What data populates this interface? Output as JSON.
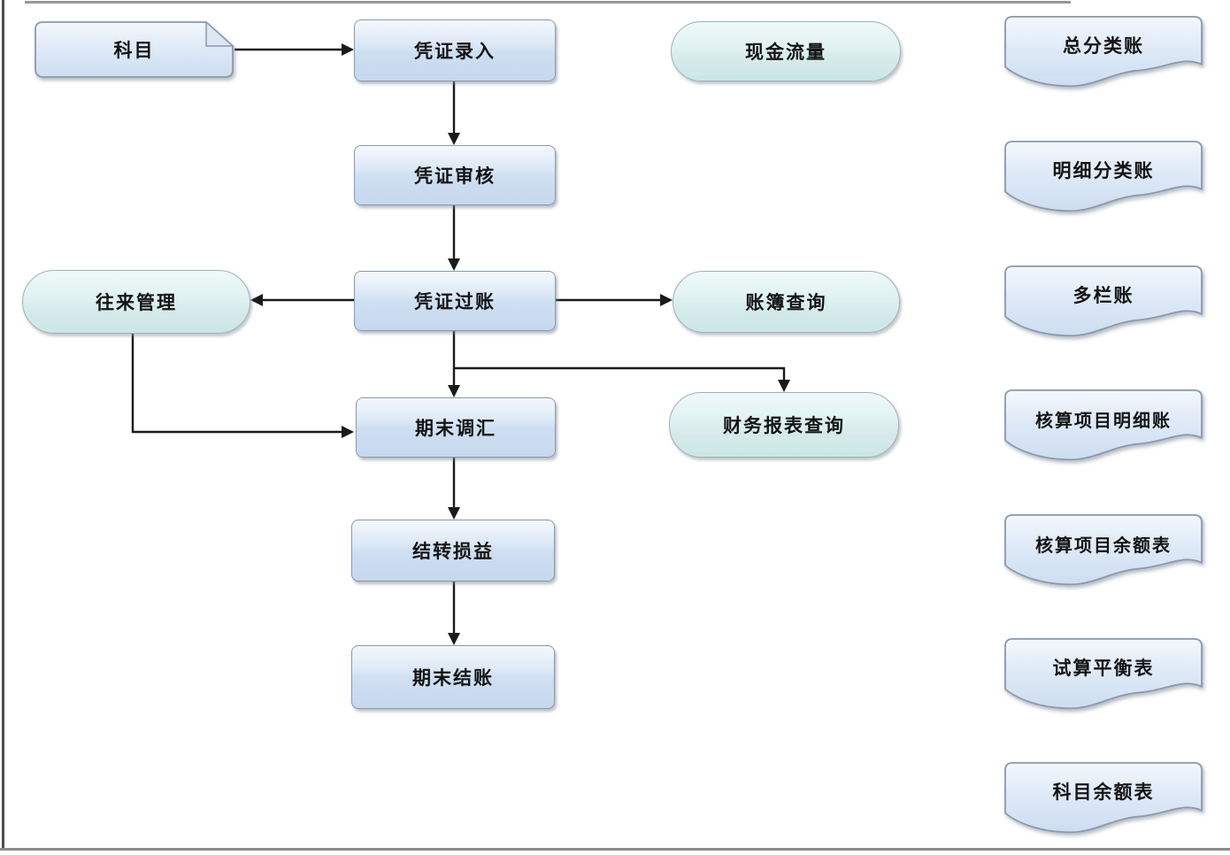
{
  "diagram": {
    "title": "",
    "nodes": {
      "subjects": {
        "label": "科目",
        "shape": "document-dogear"
      },
      "voucher_entry": {
        "label": "凭证录入",
        "shape": "process"
      },
      "voucher_review": {
        "label": "凭证审核",
        "shape": "process"
      },
      "voucher_posting": {
        "label": "凭证过账",
        "shape": "process"
      },
      "cash_flow": {
        "label": "现金流量",
        "shape": "terminal"
      },
      "contact_management": {
        "label": "往来管理",
        "shape": "terminal"
      },
      "ledger_query": {
        "label": "账簿查询",
        "shape": "terminal"
      },
      "period_end_adjustment": {
        "label": "期末调汇",
        "shape": "process"
      },
      "financial_report_query": {
        "label": "财务报表查询",
        "shape": "terminal"
      },
      "carry_forward_pl": {
        "label": "结转损益",
        "shape": "process"
      },
      "period_end_closing": {
        "label": "期末结账",
        "shape": "process"
      },
      "general_ledger": {
        "label": "总分类账",
        "shape": "document-wave"
      },
      "detail_ledger": {
        "label": "明细分类账",
        "shape": "document-wave"
      },
      "multi_column_ledger": {
        "label": "多栏账",
        "shape": "document-wave"
      },
      "item_detail_ledger": {
        "label": "核算项目明细账",
        "shape": "document-wave"
      },
      "item_balance": {
        "label": "核算项目余额表",
        "shape": "document-wave"
      },
      "trial_balance": {
        "label": "试算平衡表",
        "shape": "document-wave"
      },
      "account_balance": {
        "label": "科目余额表",
        "shape": "document-wave"
      }
    },
    "edges": [
      {
        "from": "subjects",
        "to": "voucher_entry"
      },
      {
        "from": "voucher_entry",
        "to": "voucher_review"
      },
      {
        "from": "voucher_review",
        "to": "voucher_posting"
      },
      {
        "from": "voucher_posting",
        "to": "contact_management"
      },
      {
        "from": "voucher_posting",
        "to": "ledger_query"
      },
      {
        "from": "voucher_posting",
        "to": "period_end_adjustment"
      },
      {
        "from": "voucher_posting",
        "to": "financial_report_query"
      },
      {
        "from": "contact_management",
        "to": "period_end_adjustment"
      },
      {
        "from": "period_end_adjustment",
        "to": "carry_forward_pl"
      },
      {
        "from": "carry_forward_pl",
        "to": "period_end_closing"
      }
    ]
  },
  "colors": {
    "canvas": "#ffffff",
    "process_fill_top": "#f4f8fd",
    "process_fill_bottom": "#c6d8ee",
    "process_border": "#8a99ad",
    "terminal_fill_top": "#eff9f9",
    "terminal_fill_bottom": "#cbe6e6",
    "terminal_border": "#a0b1bb",
    "document_fill_top": "#f3f8fd",
    "document_fill_bottom": "#cdddf0",
    "document_border": "#8a99ad",
    "connector": "#1a1a1a"
  }
}
